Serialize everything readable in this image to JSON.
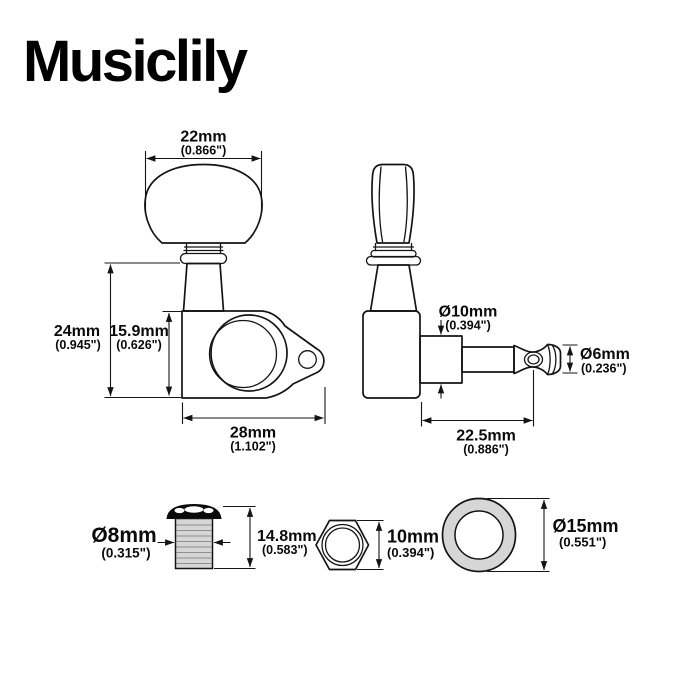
{
  "logo": "Musiclily",
  "colors": {
    "line": "#141414",
    "fill_gray": "#d6d6d6",
    "background": "#ffffff"
  },
  "front_view": {
    "button_width": {
      "mm": "22mm",
      "inch": "(0.866\")"
    },
    "overall_height": {
      "mm": "24mm",
      "inch": "(0.945\")"
    },
    "housing_height": {
      "mm": "15.9mm",
      "inch": "(0.626\")"
    },
    "housing_width": {
      "mm": "28mm",
      "inch": "(1.102\")"
    }
  },
  "side_view": {
    "shaft_diameter": {
      "mm": "Ø10mm",
      "inch": "(0.394\")"
    },
    "post_diameter": {
      "mm": "Ø6mm",
      "inch": "(0.236\")"
    },
    "post_length": {
      "mm": "22.5mm",
      "inch": "(0.886\")"
    }
  },
  "bushing": {
    "diameter": {
      "mm": "Ø8mm",
      "inch": "(0.315\")"
    },
    "height": {
      "mm": "14.8mm",
      "inch": "(0.583\")"
    }
  },
  "hex_nut": {
    "size": {
      "mm": "10mm",
      "inch": "(0.394\")"
    }
  },
  "washer": {
    "diameter": {
      "mm": "Ø15mm",
      "inch": "(0.551\")"
    }
  }
}
